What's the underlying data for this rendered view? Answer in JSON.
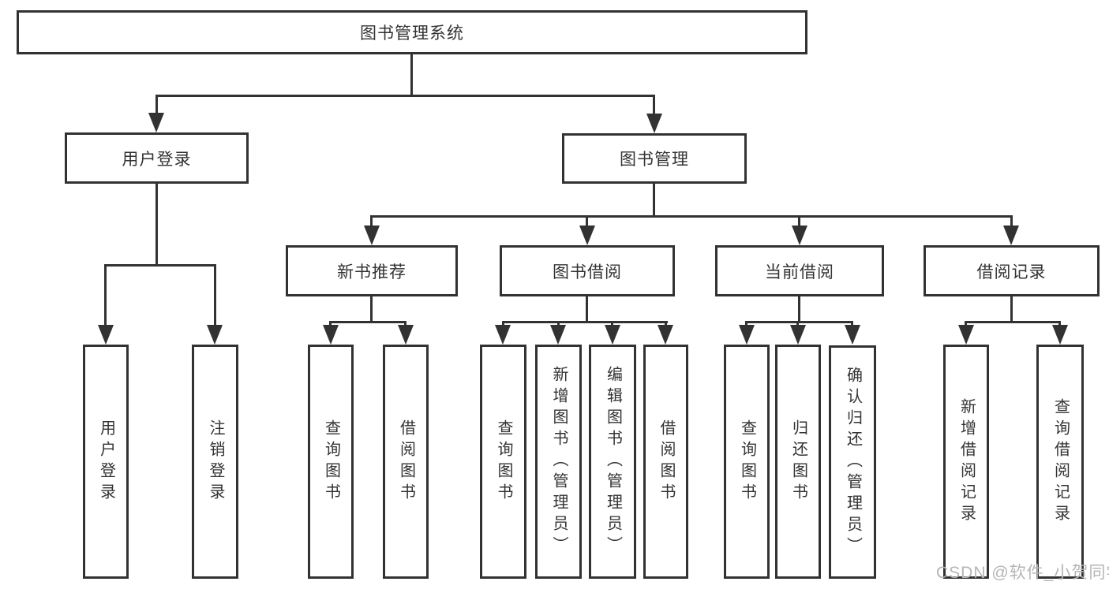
{
  "tree": {
    "root": {
      "label": "图书管理系统"
    },
    "user_login": {
      "label": "用户登录",
      "children": [
        {
          "label": "用户登录"
        },
        {
          "label": "注销登录"
        }
      ]
    },
    "book_management": {
      "label": "图书管理",
      "sections": [
        {
          "label": "新书推荐",
          "children": [
            {
              "label": "查询图书"
            },
            {
              "label": "借阅图书"
            }
          ]
        },
        {
          "label": "图书借阅",
          "children": [
            {
              "label": "查询图书"
            },
            {
              "label": "新增图书（管理员）"
            },
            {
              "label": "编辑图书（管理员）"
            },
            {
              "label": "借阅图书"
            }
          ]
        },
        {
          "label": "当前借阅",
          "children": [
            {
              "label": "查询图书"
            },
            {
              "label": "归还图书"
            },
            {
              "label": "确认归还（管理员）"
            }
          ]
        },
        {
          "label": "借阅记录",
          "children": [
            {
              "label": "新增借阅记录"
            },
            {
              "label": "查询借阅记录"
            }
          ]
        }
      ]
    }
  },
  "watermark": "CSDN @软件_小贺同学",
  "colors": {
    "line": "#323232",
    "box_background": "#ffffff",
    "text": "#333333",
    "watermark": "#b5b5b5",
    "page_background": "#ffffff"
  }
}
